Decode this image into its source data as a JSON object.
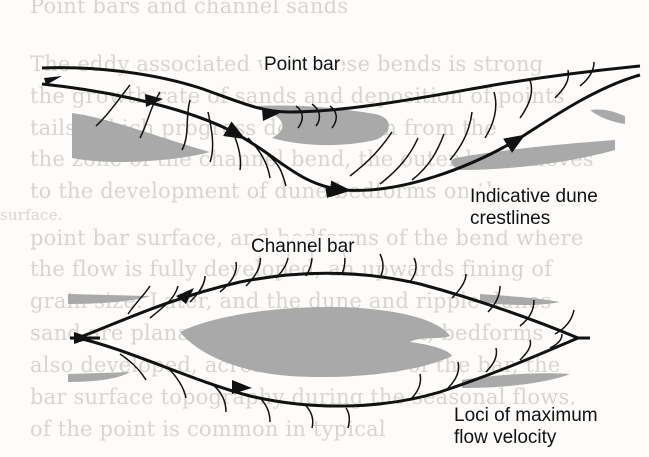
{
  "labels": {
    "point_bar": "Point bar",
    "dune_crestlines_line1": "Indicative dune",
    "dune_crestlines_line2": "crestlines",
    "channel_bar": "Channel bar",
    "max_velocity_line1": "Loci of maximum",
    "max_velocity_line2": "flow velocity"
  },
  "colors": {
    "bar_fill": "#a9a9a9",
    "line": "#111111",
    "background_text": "#d7d5d0"
  },
  "background_text": [
    "Point bars and channel sands",
    "The eddy associated with these bends is strong",
    "the growth rate of sands and deposition of points",
    "tails, which progress downstream from the",
    "the zone of the channel bend, the outer bank moves",
    "to the development of dune bedforms on the",
    "surface.",
    "point bar surface, and bedforms of the bend where",
    "the flow is fully developed, an upwards fining of",
    "grain size. Later, and the dune and ripple dunes",
    "sand are planar bedding. In contrast, bedforms",
    "also developed, across some parts of the bar, the",
    "bar surface topography during the seasonal flows,",
    "of the point is common in typical"
  ]
}
